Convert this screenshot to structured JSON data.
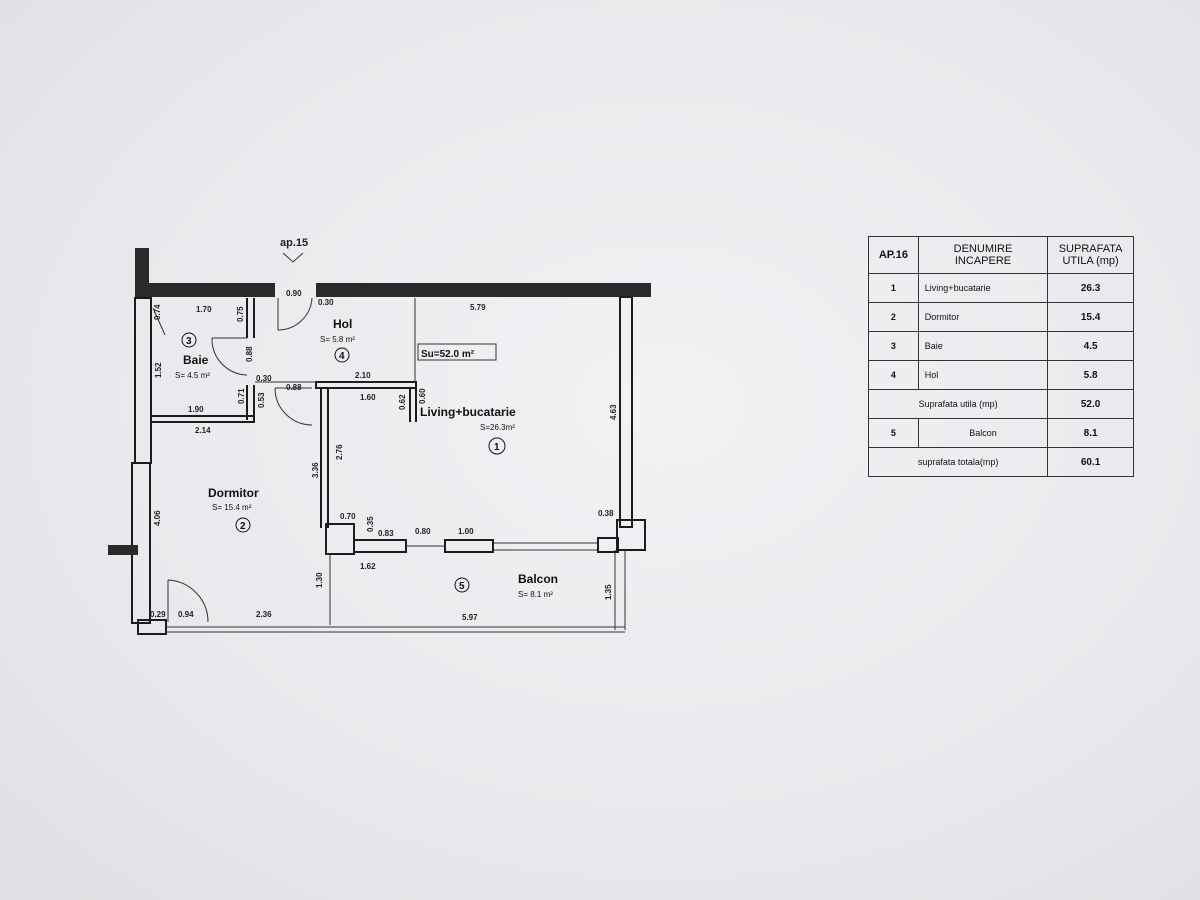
{
  "plan": {
    "entry_label": "ap.15",
    "su_label": "Su=52.0 m²",
    "rooms": [
      {
        "number": "1",
        "name": "Living+bucatarie",
        "area": "S=26.3m²"
      },
      {
        "number": "2",
        "name": "Dormitor",
        "area": "S= 15.4 m²"
      },
      {
        "number": "3",
        "name": "Baie",
        "area": "S= 4.5 m²"
      },
      {
        "number": "4",
        "name": "Hol",
        "area": "S= 5.8 m²"
      },
      {
        "number": "5",
        "name": "Balcon",
        "area": "S= 8.1 m²"
      }
    ],
    "dimensions": {
      "d_0_90": "0.90",
      "d_0_30a": "0.30",
      "d_1_70": "1.70",
      "d_0_74": "0.74",
      "d_0_75": "0.75",
      "d_5_79": "5.79",
      "d_1_52": "1.52",
      "d_0_88a": "0.88",
      "d_0_30b": "0.30",
      "d_0_88b": "0.88",
      "d_2_10": "2.10",
      "d_1_60": "1.60",
      "d_0_62a": "0.62",
      "d_0_60": "0.60",
      "d_0_71": "0.71",
      "d_0_53": "0.53",
      "d_1_90": "1.90",
      "d_2_14": "2.14",
      "d_4_63": "4.63",
      "d_3_36": "3.36",
      "d_2_76": "2.76",
      "d_4_06": "4.06",
      "d_0_70": "0.70",
      "d_0_35": "0.35",
      "d_0_83": "0.83",
      "d_0_80": "0.80",
      "d_1_00": "1.00",
      "d_0_38": "0.38",
      "d_1_62": "1.62",
      "d_1_30": "1.30",
      "d_1_35": "1.35",
      "d_0_29": "0.29",
      "d_0_94": "0.94",
      "d_2_36": "2.36",
      "d_5_97": "5.97"
    }
  },
  "table": {
    "header_ap": "AP.16",
    "header_name_1": "DENUMIRE",
    "header_name_2": "INCAPERE",
    "header_area_1": "SUPRAFATA",
    "header_area_2": "UTILA (mp)",
    "rows": [
      {
        "num": "1",
        "name": "Living+bucatarie",
        "area": "26.3"
      },
      {
        "num": "2",
        "name": "Dormitor",
        "area": "15.4"
      },
      {
        "num": "3",
        "name": "Baie",
        "area": "4.5"
      },
      {
        "num": "4",
        "name": "Hol",
        "area": "5.8"
      }
    ],
    "useful_label": "Suprafata utila (mp)",
    "useful_value": "52.0",
    "balcony": {
      "num": "5",
      "name": "Balcon",
      "area": "8.1"
    },
    "total_label": "suprafata totala(mp)",
    "total_value": "60.1"
  }
}
